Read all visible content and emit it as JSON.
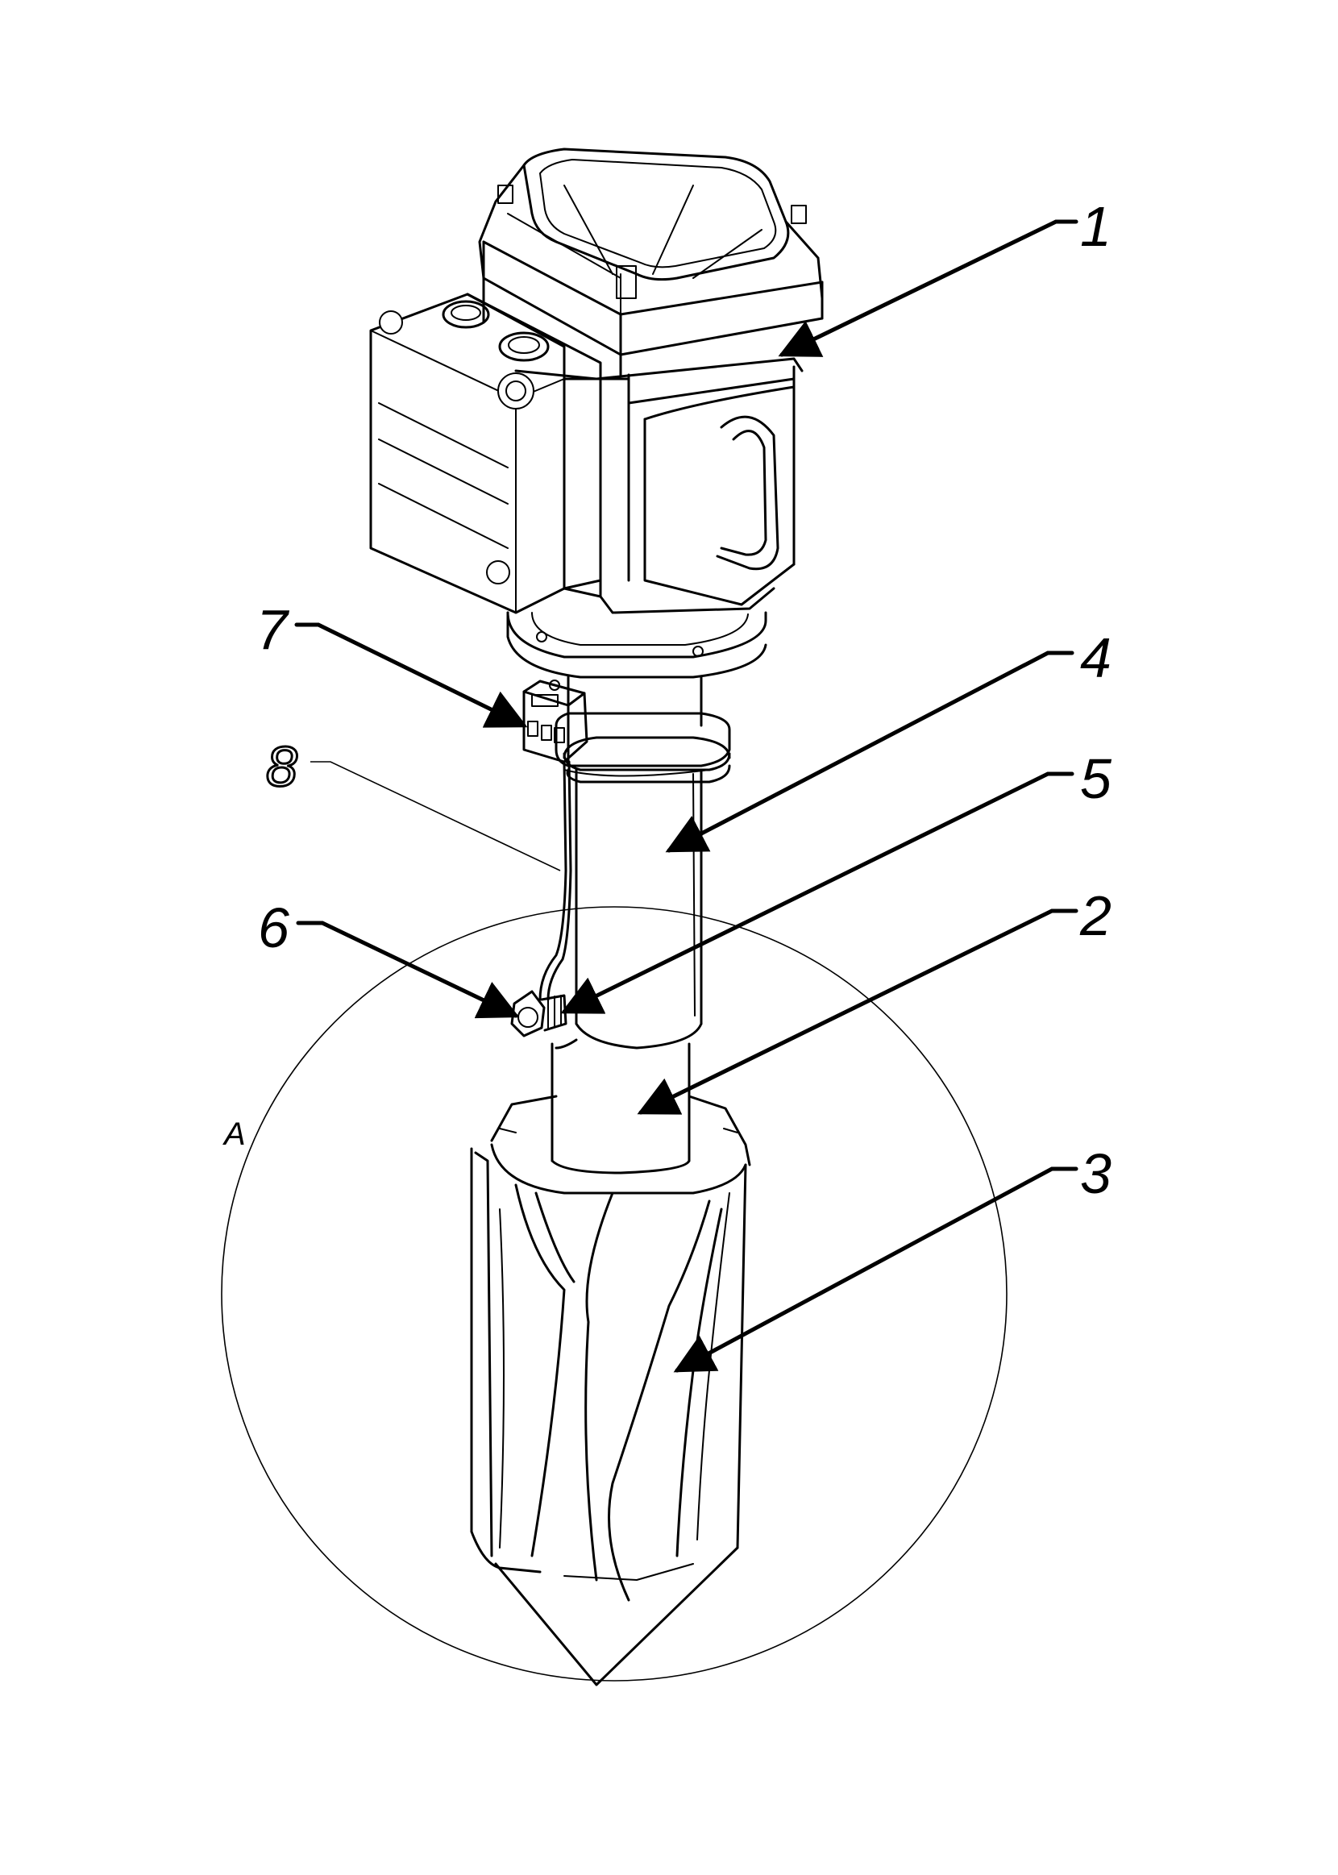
{
  "figure": {
    "labels": {
      "motor": "1",
      "shaft": "2",
      "cutter": "3",
      "housing": "4",
      "sensor_ring": "5",
      "sensor_head": "6",
      "junction_box": "7",
      "cable": "8"
    },
    "detail_label": "A"
  }
}
